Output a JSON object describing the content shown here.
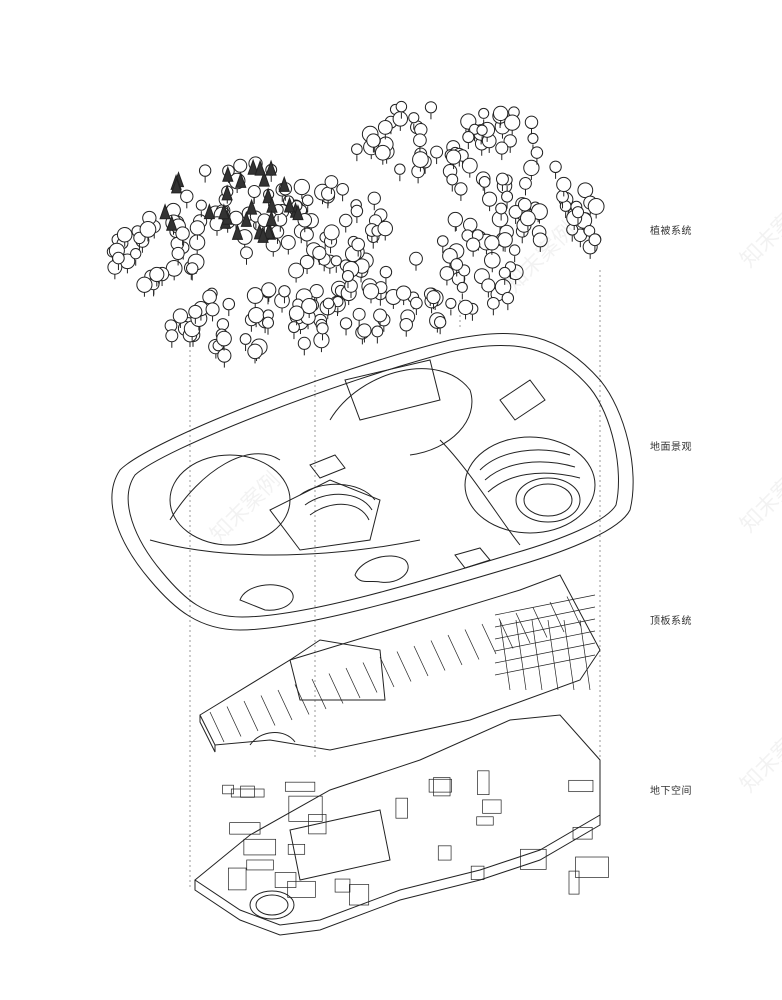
{
  "layers": [
    {
      "name": "vegetation",
      "label": "植被系统"
    },
    {
      "name": "ground-landscape",
      "label": "地面景观"
    },
    {
      "name": "roof-system",
      "label": "顶板系统"
    },
    {
      "name": "underground-space",
      "label": "地下空间"
    }
  ],
  "watermark": "知末案例",
  "colors": {
    "line": "#222222",
    "background": "#ffffff"
  }
}
